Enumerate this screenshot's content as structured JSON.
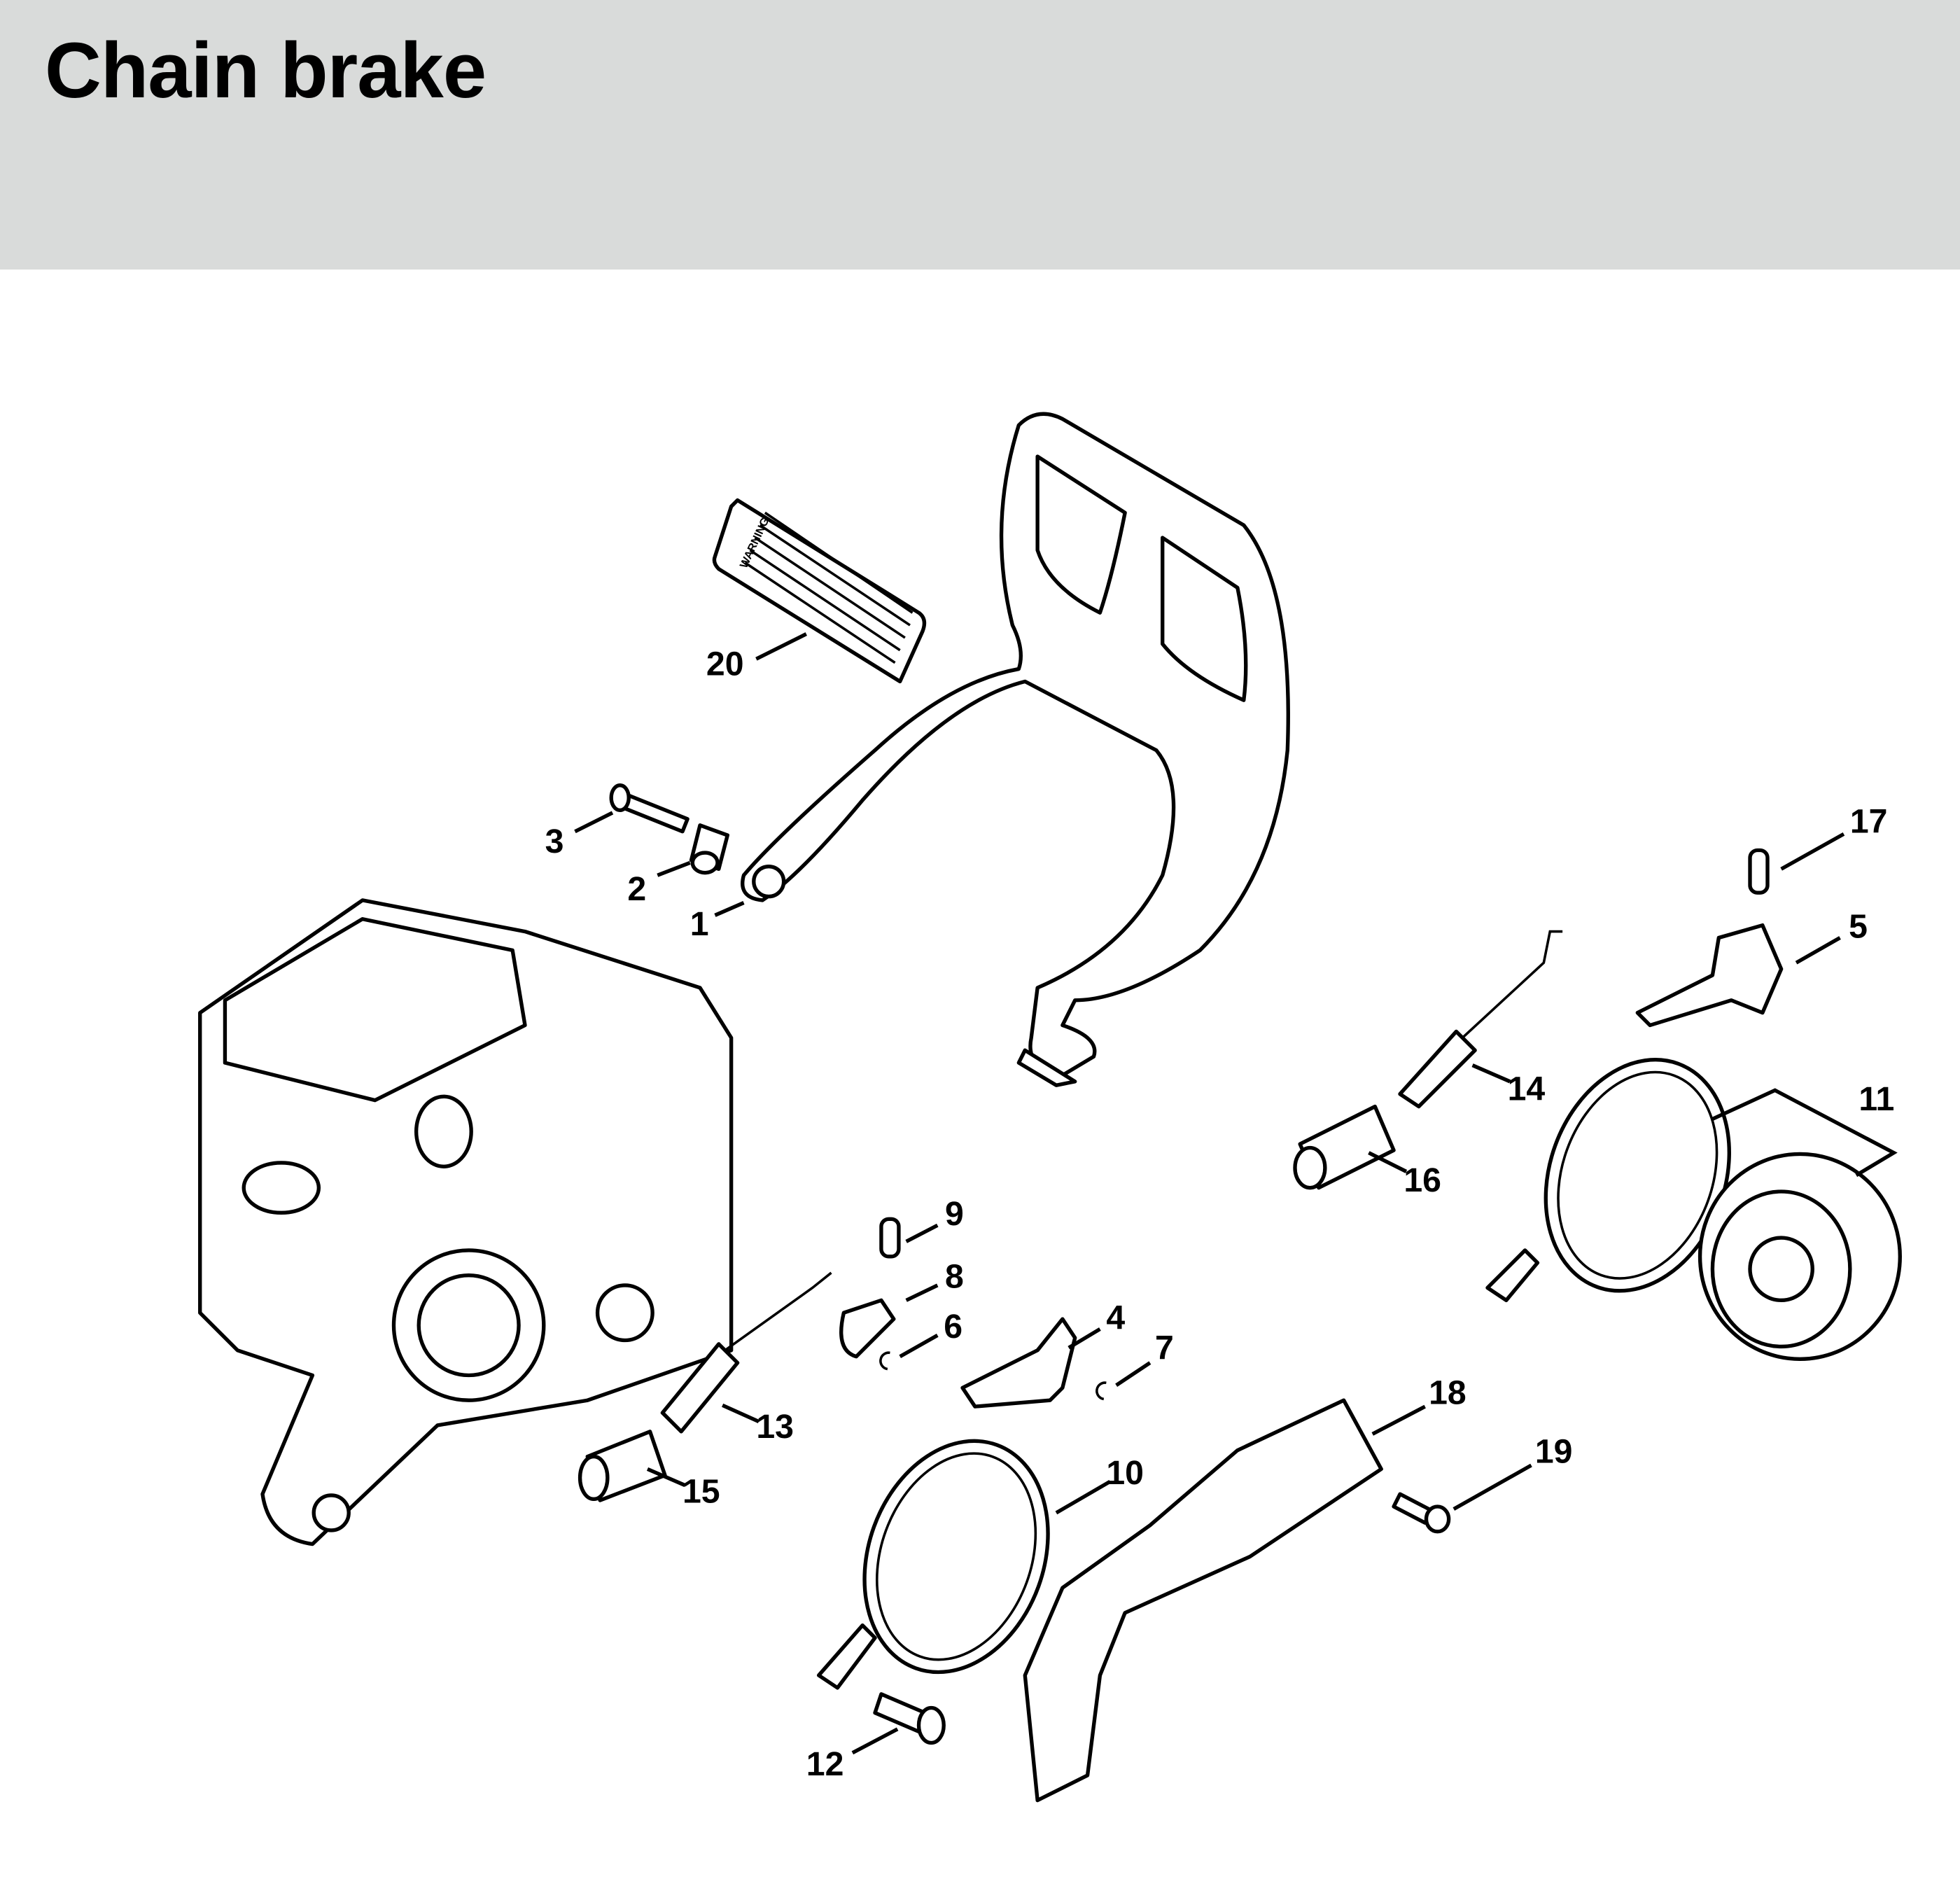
{
  "header": {
    "title": "Chain brake",
    "background": "#d9dbda"
  },
  "decal_text": "WARNING",
  "callouts": [
    "1",
    "2",
    "3",
    "4",
    "5",
    "6",
    "7",
    "8",
    "9",
    "10",
    "11",
    "12",
    "13",
    "14",
    "15",
    "16",
    "17",
    "18",
    "19",
    "20"
  ]
}
